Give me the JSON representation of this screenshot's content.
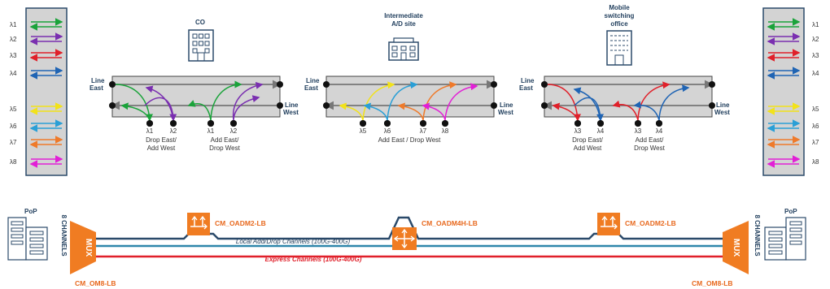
{
  "lambda_labels": [
    "λ1",
    "λ2",
    "λ3",
    "λ4",
    "λ5",
    "λ6",
    "λ7",
    "λ8"
  ],
  "colors": {
    "l1": "#1aa33a",
    "l2": "#7a2fb0",
    "l3": "#e0202a",
    "l4": "#1f64b4",
    "l5": "#f2e21a",
    "l6": "#2a9fd6",
    "l7": "#ef7a2a",
    "l8": "#e21fd6",
    "orange": "#f07c22",
    "teal": "#2e86ab",
    "navy": "#2b4a6a",
    "red": "#e0202a",
    "grey": "#8a8a8a"
  },
  "sites": {
    "co": {
      "title": "CO"
    },
    "intermediate": {
      "title_line1": "Intermediate",
      "title_line2": "A/D site"
    },
    "mso": {
      "title_line1": "Mobile",
      "title_line2": "switching",
      "title_line3": "office"
    }
  },
  "line_labels": {
    "east_1": "Line",
    "east_2": "East",
    "west_1": "Line",
    "west_2": "West"
  },
  "co_box": {
    "lambdas": [
      "λ1",
      "λ2",
      "λ1",
      "λ2"
    ],
    "caption_a_1": "Drop East/",
    "caption_a_2": "Add West",
    "caption_b_1": "Add East/",
    "caption_b_2": "Drop West"
  },
  "mid_box": {
    "lambdas": [
      "λ5",
      "λ6",
      "λ7",
      "λ8"
    ],
    "caption": "Add East / Drop West"
  },
  "mso_box": {
    "lambdas": [
      "λ3",
      "λ4",
      "λ3",
      "λ4"
    ],
    "caption_a_1": "Drop East/",
    "caption_a_2": "Add West",
    "caption_b_1": "Add East/",
    "caption_b_2": "Drop West"
  },
  "bottom": {
    "pop_label": "PoP",
    "channels_label": "8 CHANNELS",
    "mux_label": "MUX",
    "om8_label": "CM_OM8-LB",
    "oadm2_label": "CM_OADM2-LB",
    "oadm4h_label": "CM_OADM4H-LB",
    "local_text": "Local Add/Drop Channels (100G-400G)",
    "express_text": "Express Channels (100G-400G)"
  }
}
